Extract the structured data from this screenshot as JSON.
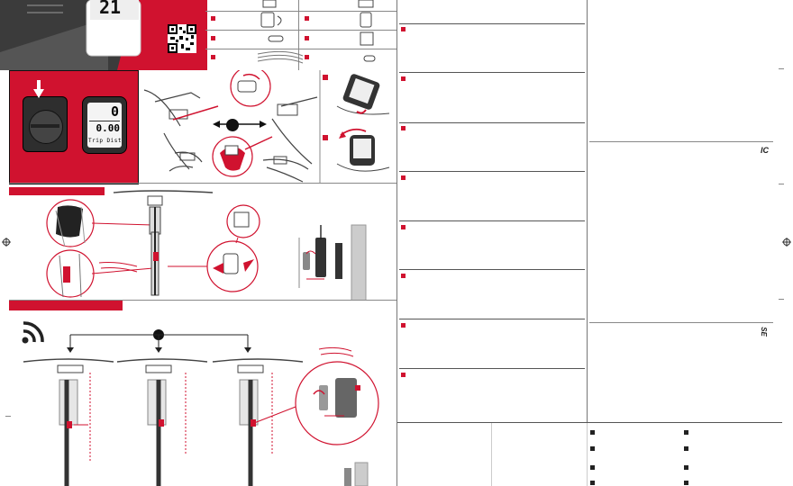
{
  "computer_display": {
    "top_value": "0",
    "main_value": "0.00",
    "mode_label": "Trip Dist"
  },
  "top_device_value": "21",
  "right_column_marks": {
    "top": "IC",
    "bottom": "SE"
  },
  "colors": {
    "brand_red": "#d0122f",
    "dark_gray": "#3a3a3a",
    "line_gray": "#555555"
  },
  "icons": {
    "wireless": "wifi-signal-icon",
    "qr": "qr-code-icon",
    "registration": "crosshair-registration-mark"
  }
}
